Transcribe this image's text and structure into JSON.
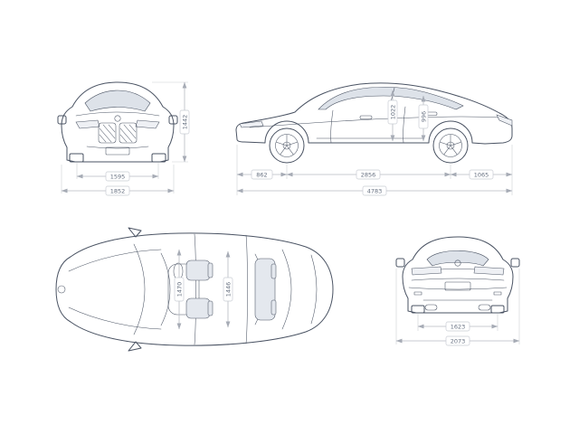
{
  "dims": {
    "front_track": "1595",
    "front_width": "1852",
    "height": "1442",
    "front_overhang": "862",
    "wheelbase": "2856",
    "rear_overhang": "1065",
    "length": "4783",
    "cabin_front": "1022",
    "cabin_rear": "996",
    "top_front_width": "1470",
    "top_rear_width": "1446",
    "rear_track": "1623",
    "rear_width_mirrors": "2073"
  }
}
